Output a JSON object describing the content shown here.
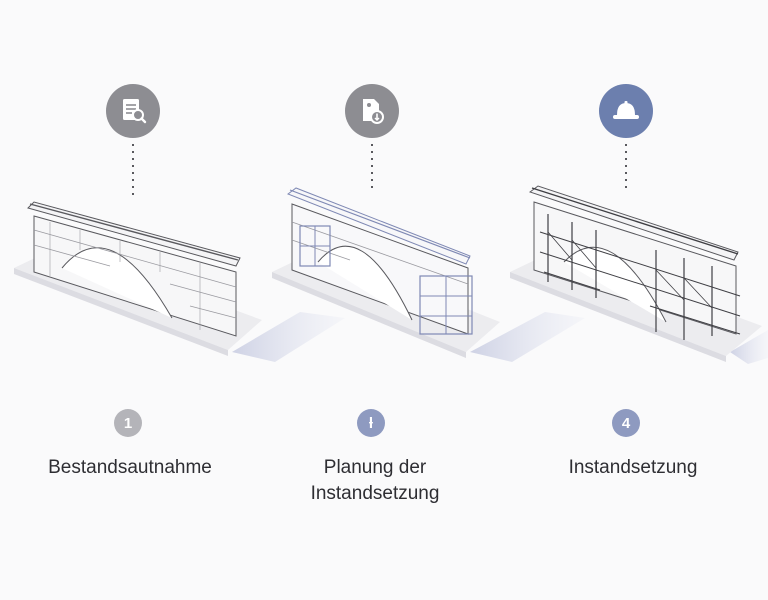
{
  "colors": {
    "gray_icon": "#8d8d92",
    "blue_icon": "#6c7fae",
    "number_gray": "#b4b4b9",
    "number_blue": "#8e9ac0",
    "line_stroke": "#59595e",
    "scaffold_blue": "#7f89b4",
    "platform": "#ececef",
    "shadow": "#c7cbe0"
  },
  "steps": [
    {
      "icon": "document-search-icon",
      "number": "1",
      "label": "Bestandsautnahme"
    },
    {
      "icon": "document-plan-icon",
      "number": "ƚ",
      "label_line1": "Planung der",
      "label_line2": "Instandsetzung"
    },
    {
      "icon": "hard-hat-icon",
      "number": "4",
      "label": "Instandsetzung"
    }
  ]
}
